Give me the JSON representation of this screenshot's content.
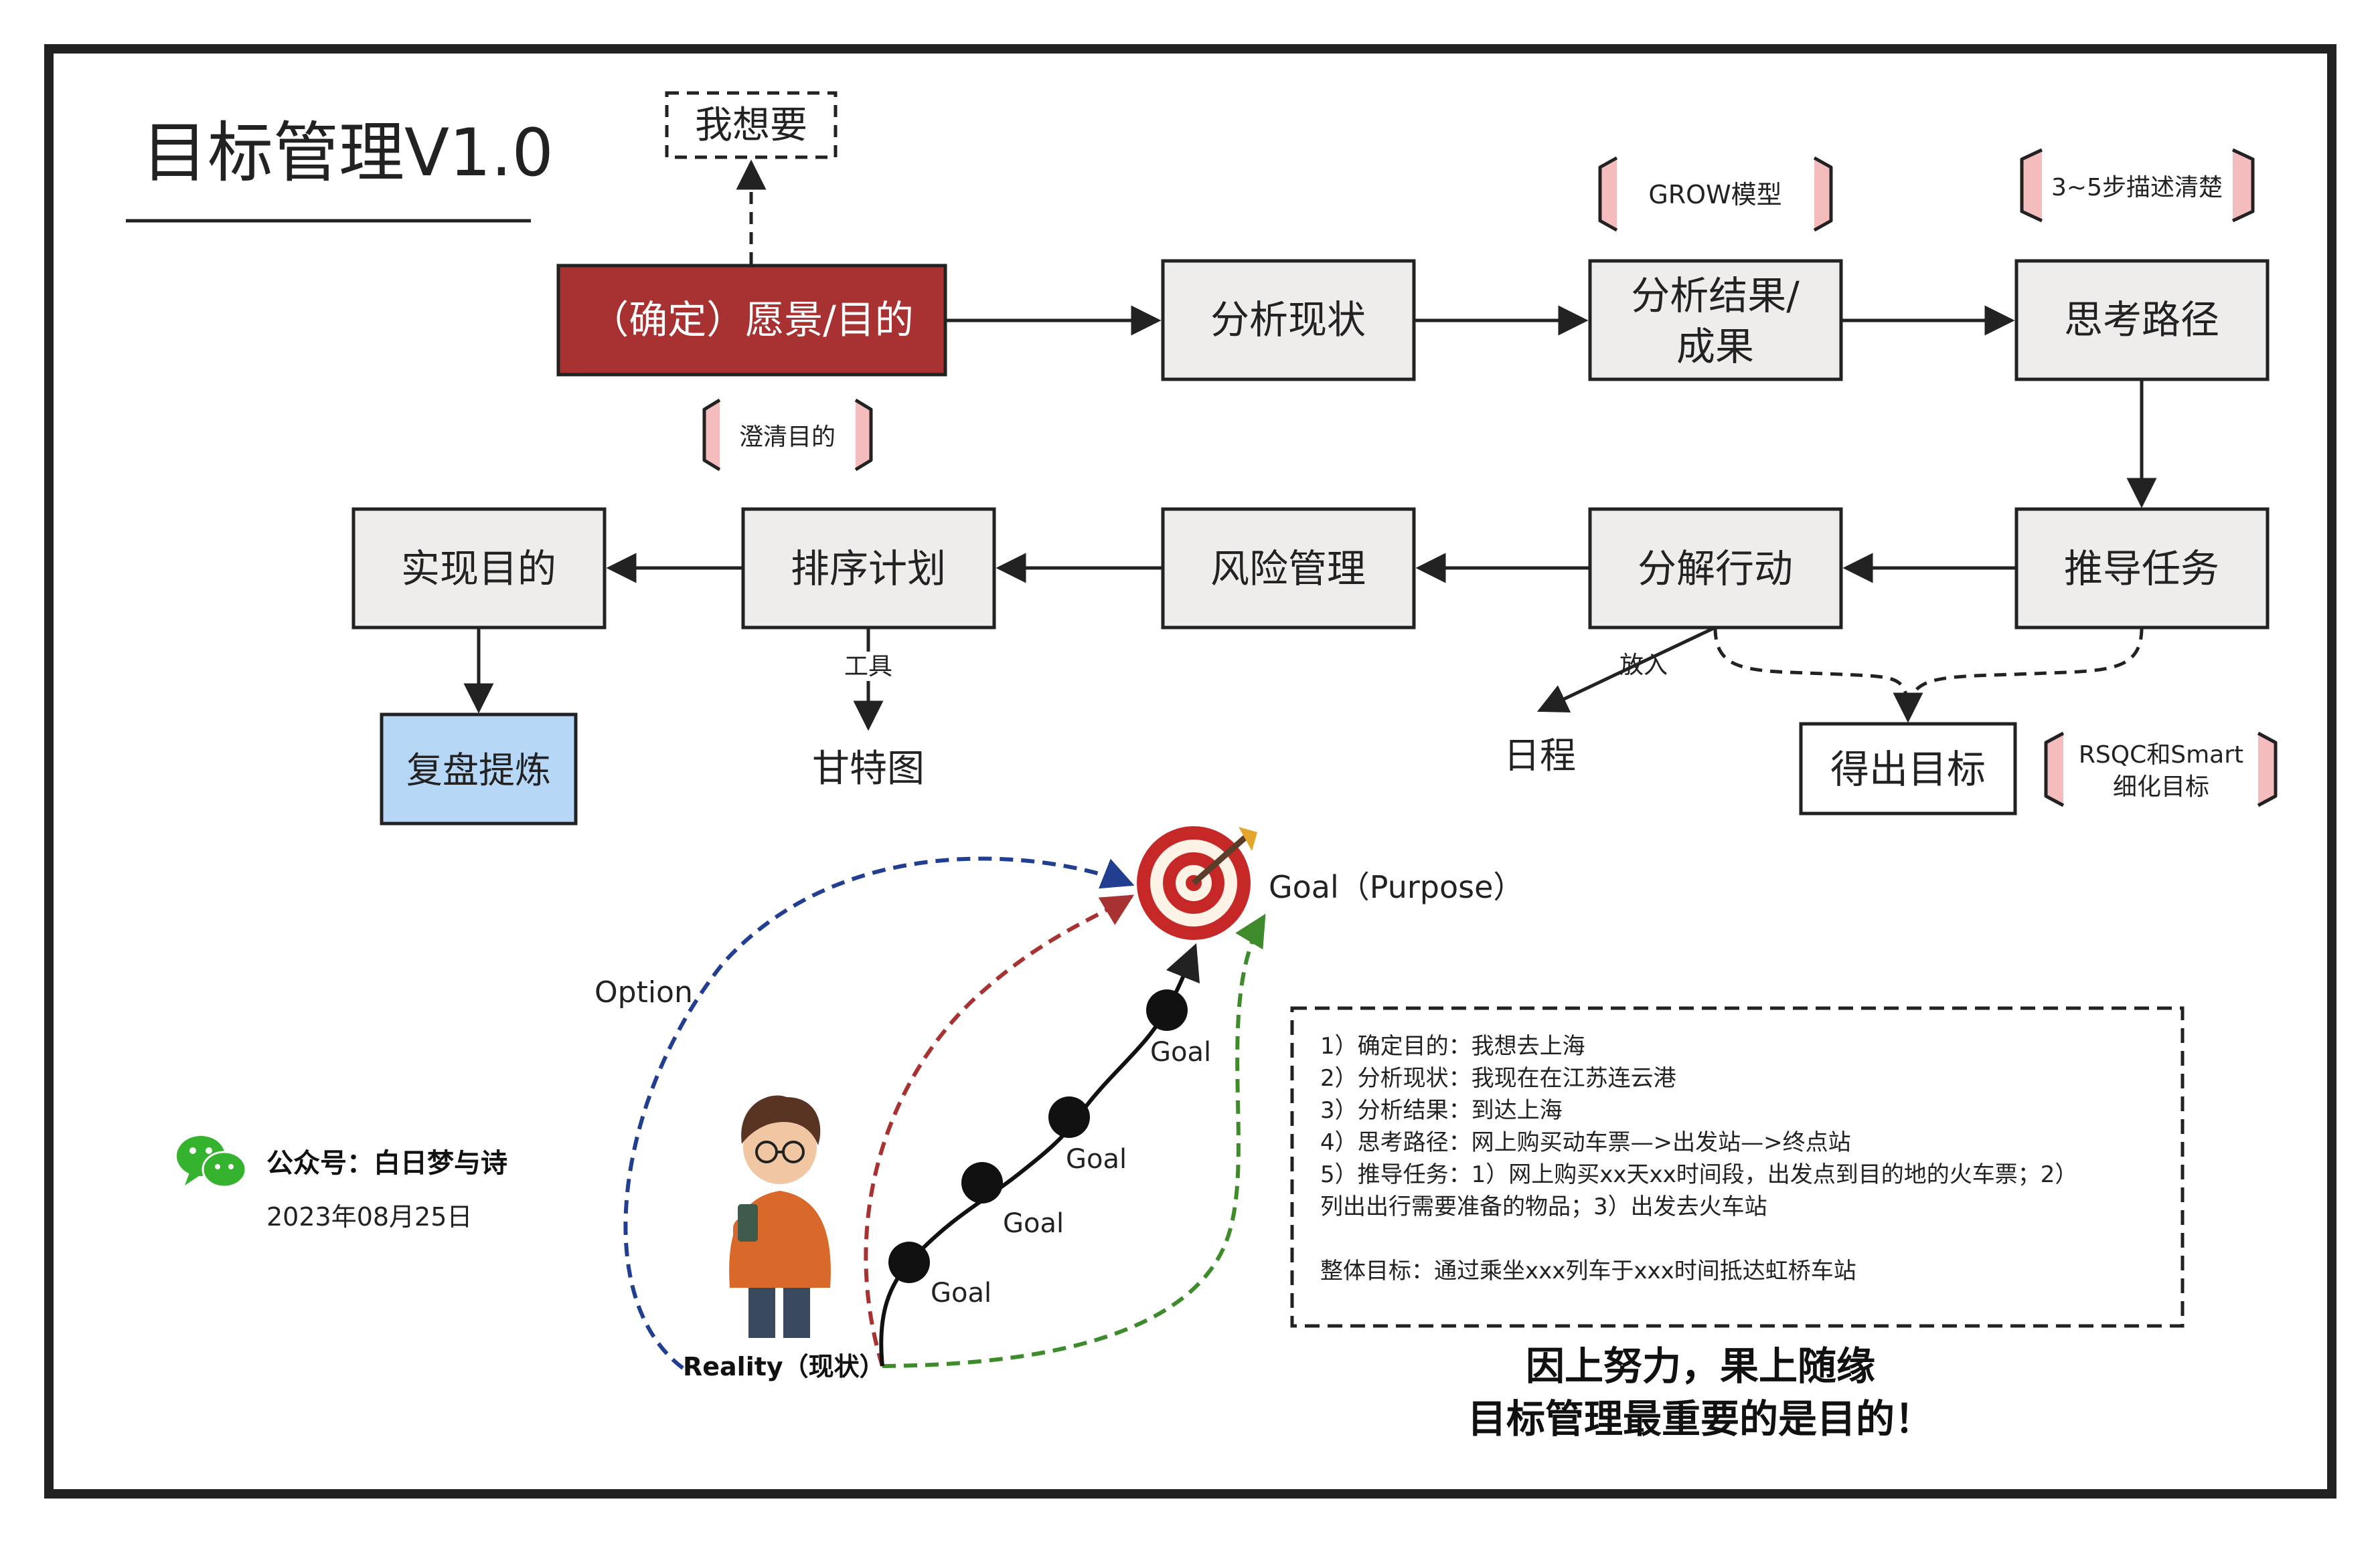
{
  "title": "目标管理V1.0",
  "boxes": {
    "want": "我想要",
    "vision": "（确定）愿景/目的",
    "analyze_status": "分析现状",
    "analyze_result_1": "分析结果/",
    "analyze_result_2": "成果",
    "think_path": "思考路径",
    "derive_tasks": "推导任务",
    "decompose": "分解行动",
    "risk": "风险管理",
    "schedule": "排序计划",
    "achieve": "实现目的",
    "review": "复盘提炼",
    "gantt": "甘特图",
    "calendar": "日程",
    "get_goal": "得出目标"
  },
  "tags": {
    "grow": "GROW模型",
    "steps": "3~5步描述清楚",
    "clarify": "澄清目的",
    "rsqc_1": "RSQC和Smart",
    "rsqc_2": "细化目标"
  },
  "edge_labels": {
    "tool": "工具",
    "put_in": "放入"
  },
  "path_diagram": {
    "goal_purpose": "Goal（Purpose）",
    "option": "Option",
    "reality": "Reality（现状）",
    "goal_1": "Goal",
    "goal_2": "Goal",
    "goal_3": "Goal",
    "goal_4": "Goal"
  },
  "notes": [
    "1）确定目的：我想去上海",
    "2）分析现状：我现在在江苏连云港",
    "3）分析结果：到达上海",
    "4）思考路径：网上购买动车票—>出发站—>终点站",
    "5）推导任务：1）网上购买xx天xx时间段，出发点到目的地的火车票；2）",
    "列出出行需要准备的物品；3）出发去火车站",
    "",
    "整体目标：通过乘坐xxx列车于xxx时间抵达虹桥车站"
  ],
  "slogan": [
    "因上努力，果上随缘",
    "目标管理最重要的是目的！"
  ],
  "footer": {
    "account": "公众号：白日梦与诗",
    "date": "2023年08月25日"
  },
  "colors": {
    "vision_fill": "#a83232",
    "box_fill": "#efecec",
    "review_fill": "#b7d7f7",
    "tag_bracket": "#f4bcbc",
    "blue_path": "#223e91",
    "red_path": "#a83232",
    "green_path": "#3d8b2a",
    "wechat_green": "#35b22e"
  },
  "icons": [
    "target-icon",
    "wechat-icon",
    "avatar-illustration"
  ]
}
